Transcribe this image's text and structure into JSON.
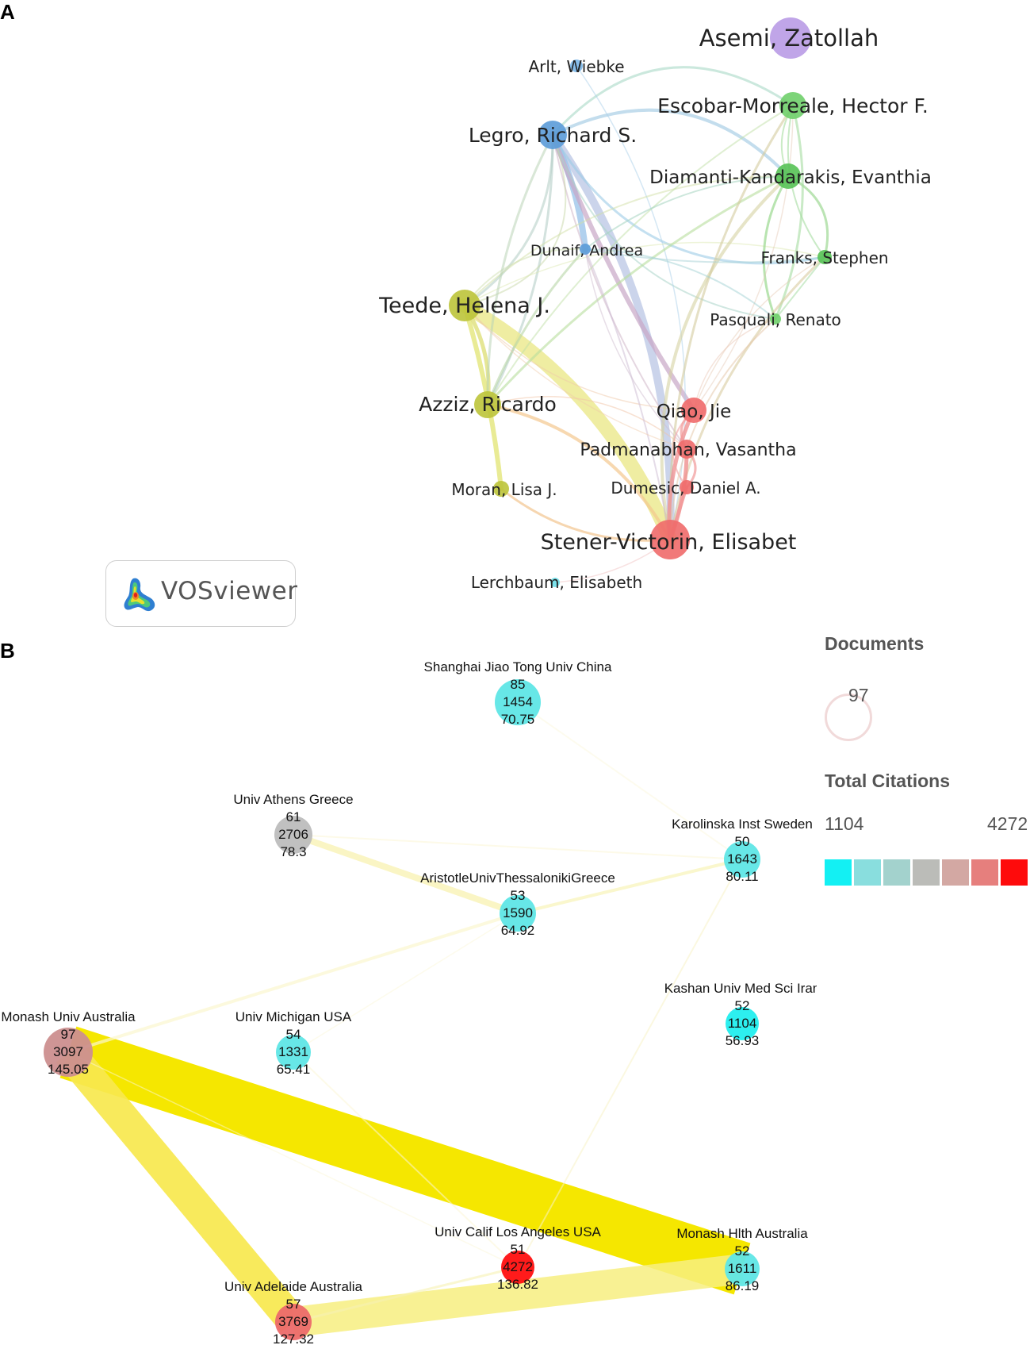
{
  "panels": {
    "a": "A",
    "b": "B"
  },
  "vosviewer_label": "VOSviewer",
  "author_nodes": [
    {
      "id": "asemi",
      "label": "Asemi, Zatollah",
      "color": "#b99be6",
      "r": 26
    },
    {
      "id": "arlt",
      "label": "Arlt, Wiebke",
      "color": "#7ab6e8",
      "r": 8
    },
    {
      "id": "escobar",
      "label": "Escobar-Morreale, Hector F.",
      "color": "#6fcf6a",
      "r": 17
    },
    {
      "id": "legro",
      "label": "Legro, Richard S.",
      "color": "#5b9bd8",
      "r": 18
    },
    {
      "id": "diamanti",
      "label": "Diamanti-Kandarakis, Evanthia",
      "color": "#57c255",
      "r": 16
    },
    {
      "id": "dunaif",
      "label": "Dunaif, Andrea",
      "color": "#5b9bd8",
      "r": 7
    },
    {
      "id": "franks",
      "label": "Franks, Stephen",
      "color": "#57c255",
      "r": 9
    },
    {
      "id": "teede",
      "label": "Teede, Helena J.",
      "color": "#bcc43a",
      "r": 20
    },
    {
      "id": "pasquali",
      "label": "Pasquali, Renato",
      "color": "#6fcf6a",
      "r": 7
    },
    {
      "id": "azziz",
      "label": "Azziz, Ricardo",
      "color": "#bcc43a",
      "r": 17
    },
    {
      "id": "qiao",
      "label": "Qiao, Jie",
      "color": "#ef6a6a",
      "r": 16
    },
    {
      "id": "padmanabhan",
      "label": "Padmanabhan, Vasantha",
      "color": "#ef6a6a",
      "r": 12
    },
    {
      "id": "moran",
      "label": "Moran, Lisa J.",
      "color": "#bcc43a",
      "r": 10
    },
    {
      "id": "dumesic",
      "label": "Dumesic, Daniel A.",
      "color": "#ef6a6a",
      "r": 9
    },
    {
      "id": "stener",
      "label": "Stener-Victorin, Elisabet",
      "color": "#ef6a6a",
      "r": 25
    },
    {
      "id": "lerchbaum",
      "label": "Lerchbaum, Elisabeth",
      "color": "#6ee0ea",
      "r": 6
    }
  ],
  "institution_nodes": [
    {
      "id": "shanghai",
      "name": "Shanghai Jiao Tong Univ China",
      "documents": "85",
      "citations": "1454",
      "avg": "70.75",
      "color": "#5fe6e6"
    },
    {
      "id": "athens",
      "name": "Univ Athens Greece",
      "documents": "61",
      "citations": "2706",
      "avg": "78.3",
      "color": "#bdbdbd"
    },
    {
      "id": "karolinska",
      "name": "Karolinska Inst Sweden",
      "documents": "50",
      "citations": "1643",
      "avg": "80.11",
      "color": "#5fe6e6"
    },
    {
      "id": "aristotle",
      "name": "AristotleUnivThessalonikiGreece",
      "documents": "53",
      "citations": "1590",
      "avg": "64.92",
      "color": "#5fe6e6"
    },
    {
      "id": "kashan",
      "name": "Kashan Univ Med Sci Iran",
      "documents": "52",
      "citations": "1104",
      "avg": "56.93",
      "color": "#22eeee"
    },
    {
      "id": "monash",
      "name": "Monash Univ Australia",
      "documents": "97",
      "citations": "3097",
      "avg": "145.05",
      "color": "#cc8f8f"
    },
    {
      "id": "michigan",
      "name": "Univ Michigan USA",
      "documents": "54",
      "citations": "1331",
      "avg": "65.41",
      "color": "#5fe6e6"
    },
    {
      "id": "ucla",
      "name": "Univ Calif Los Angeles USA",
      "documents": "51",
      "citations": "4272",
      "avg": "136.82",
      "color": "#ff0f0f"
    },
    {
      "id": "monashhlth",
      "name": "Monash Hlth Australia",
      "documents": "52",
      "citations": "1611",
      "avg": "86.19",
      "color": "#5fe6e6"
    },
    {
      "id": "adelaide",
      "name": "Univ Adelaide Australia",
      "documents": "57",
      "citations": "3769",
      "avg": "127.32",
      "color": "#ec6a6a"
    }
  ],
  "legend": {
    "documents_title": "Documents",
    "documents_value": "97",
    "citations_title": "Total Citations",
    "citations_min": "1104",
    "citations_max": "4272",
    "scale_colors": [
      "#13f0f3",
      "#89dede",
      "#a3d2cd",
      "#bbbcb8",
      "#d3a8a3",
      "#e67f7d",
      "#fe0b0c"
    ]
  }
}
